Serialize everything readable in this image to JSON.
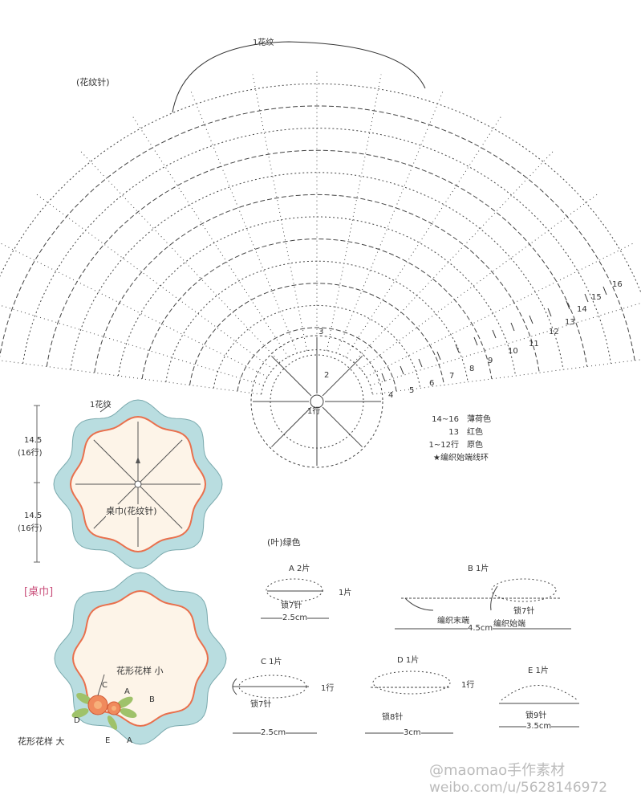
{
  "main_pattern": {
    "title": "(花纹针)",
    "repeat_label": "1花纹",
    "center_label": "1行",
    "row_numbers": [
      "2",
      "3",
      "4",
      "5",
      "6",
      "7",
      "8",
      "9",
      "10",
      "11",
      "12",
      "13",
      "14",
      "15",
      "16"
    ]
  },
  "legend": {
    "rows": [
      {
        "range": "14~16",
        "color": "薄荷色"
      },
      {
        "range": "13",
        "color": "红色"
      },
      {
        "range": "1~12行",
        "color": "原色"
      }
    ],
    "star_note": "★编织始端线环"
  },
  "table_cloth_diagram": {
    "repeat_label": "1花纹",
    "dim_top": "14.5",
    "dim_top_rows": "(16行)",
    "dim_bottom": "14.5",
    "dim_bottom_rows": "(16行)",
    "center_label": "桌巾(花纹针)"
  },
  "table_cloth_assembly": {
    "title": "[桌巾]",
    "small_flower": "花形花样 小",
    "large_flower": "花形花样 大",
    "letters": [
      "C",
      "A",
      "D",
      "B",
      "E",
      "A"
    ]
  },
  "leaves": {
    "title": "(叶)绿色",
    "A": {
      "title": "A 2片",
      "chain": "锁7针",
      "row": "1片",
      "width": "2.5cm"
    },
    "B": {
      "title": "B 1片",
      "chain": "锁7针",
      "end": "编织末端",
      "start": "编织始端",
      "width": "4.5cm"
    },
    "C": {
      "title": "C 1片",
      "chain": "锁7针",
      "row": "1行",
      "width": "2.5cm"
    },
    "D": {
      "title": "D 1片",
      "chain": "锁8针",
      "row": "1行",
      "width": "3cm"
    },
    "E": {
      "title": "E 1片",
      "chain": "锁9针",
      "width": "3.5cm"
    }
  },
  "watermark": {
    "line1": "@maomao手作素材",
    "line2": "weibo.com/u/5628146972"
  },
  "colors": {
    "line": "#333333",
    "pink": "#c94e7a",
    "mint": "#b9dde0",
    "orange_red": "#e9704d",
    "cream": "#fdf4e8",
    "leaf": "#9fc26a",
    "flower": "#f08a5d"
  }
}
